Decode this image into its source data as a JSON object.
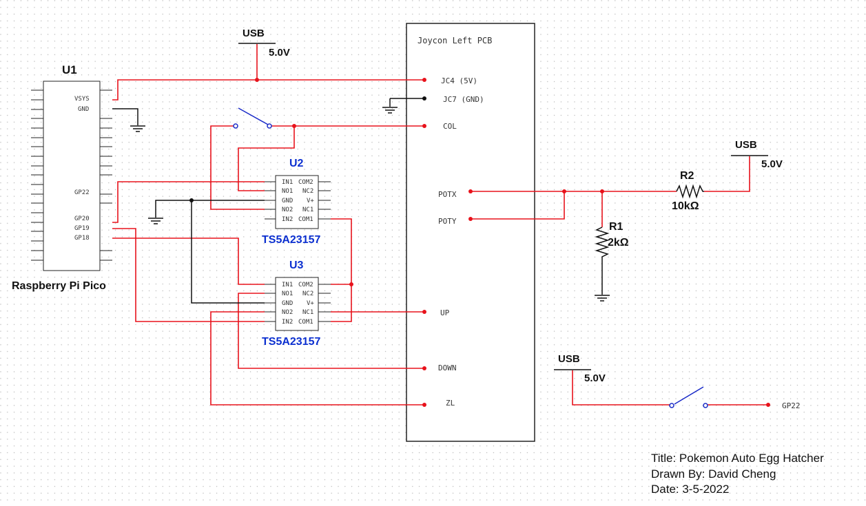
{
  "u1": {
    "ref": "U1",
    "name": "Raspberry Pi Pico",
    "pins": {
      "vsys": "VSYS",
      "gnd": "GND",
      "gp22": "GP22",
      "gp20": "GP20",
      "gp19": "GP19",
      "gp18": "GP18"
    }
  },
  "usb_top": {
    "label": "USB",
    "voltage": "5.0V"
  },
  "usb_r2": {
    "label": "USB",
    "voltage": "5.0V"
  },
  "usb_sw": {
    "label": "USB",
    "voltage": "5.0V"
  },
  "joycon": {
    "title": "Joycon Left PCB",
    "pins": {
      "jc4": "JC4 (5V)",
      "jc7": "JC7 (GND)",
      "col": "COL",
      "potx": "POTX",
      "poty": "POTY",
      "up": "UP",
      "down": "DOWN",
      "zl": "ZL"
    }
  },
  "u2": {
    "ref": "U2",
    "part": "TS5A23157",
    "left_pins": [
      "IN1",
      "NO1",
      "GND",
      "NO2",
      "IN2"
    ],
    "right_pins": [
      "COM2",
      "NC2",
      "V+",
      "NC1",
      "COM1"
    ]
  },
  "u3": {
    "ref": "U3",
    "part": "TS5A23157",
    "left_pins": [
      "IN1",
      "NO1",
      "GND",
      "NO2",
      "IN2"
    ],
    "right_pins": [
      "COM2",
      "NC2",
      "V+",
      "NC1",
      "COM1"
    ]
  },
  "r1": {
    "ref": "R1",
    "value": "2kΩ"
  },
  "r2": {
    "ref": "R2",
    "value": "10kΩ"
  },
  "gp22_net": "GP22",
  "title_block": {
    "title": "Title: Pokemon Auto Egg Hatcher",
    "drawn_by": "Drawn By: David Cheng",
    "date": "Date: 3-5-2022"
  },
  "colors": {
    "wire": "#e8121b",
    "ground_wire": "#000000",
    "ref_label": "#0b2fd0",
    "switch": "#1a2bc8",
    "grid": "#b8b8b8"
  }
}
